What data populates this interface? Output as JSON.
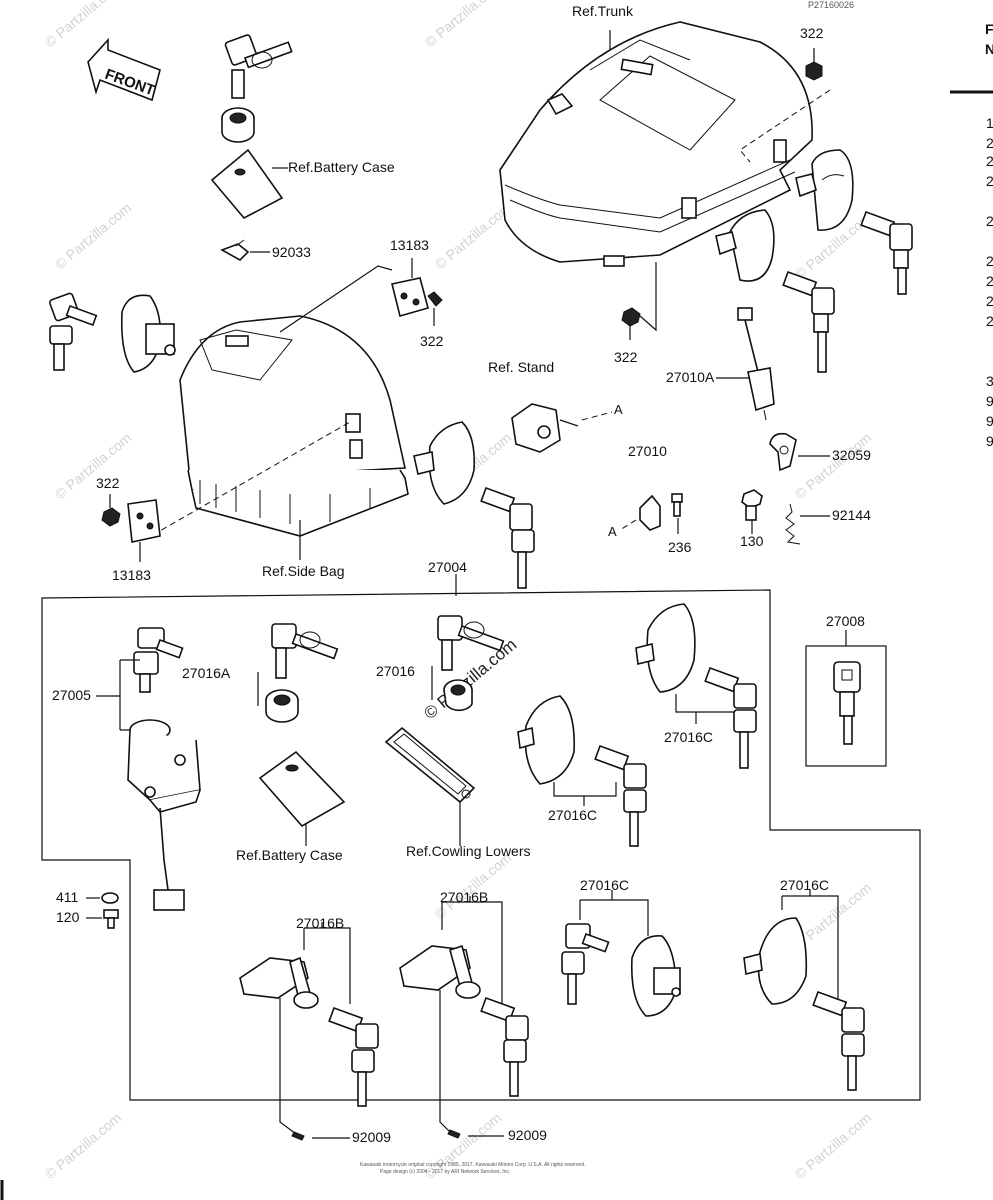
{
  "diagram": {
    "header_partial": "P27160026",
    "front_label": "FRONT",
    "watermark": "© Partzilla.com",
    "labels": {
      "ref_trunk": "Ref.Trunk",
      "ref_battery_case_top": "Ref.Battery Case",
      "ref_stand": "Ref. Stand",
      "ref_side_bag": "Ref.Side Bag",
      "ref_battery_case_box": "Ref.Battery Case",
      "ref_cowling_lowers": "Ref.Cowling Lowers"
    },
    "parts": {
      "p322_trunk": "322",
      "p322_top": "322",
      "p322_mid": "322",
      "p322_left": "322",
      "p13183_top": "13183",
      "p13183_left": "13183",
      "p92033": "92033",
      "p27010A": "27010A",
      "p27010": "27010",
      "p32059": "32059",
      "p92144": "92144",
      "p236": "236",
      "p130": "130",
      "p27004": "27004",
      "p27008": "27008",
      "p27005": "27005",
      "p27016A": "27016A",
      "p27016": "27016",
      "p27016C_1": "27016C",
      "p27016C_2": "27016C",
      "p27016C_3": "27016C",
      "p27016C_4": "27016C",
      "p27016B_1": "27016B",
      "p27016B_2": "27016B",
      "p411": "411",
      "p120": "120",
      "p92009_1": "92009",
      "p92009_2": "92009",
      "ref_a1": "A",
      "ref_a2": "A"
    },
    "right_margin": [
      "1",
      "2",
      "2",
      "2",
      "2",
      "2",
      "2",
      "2",
      "2",
      "3",
      "9",
      "9",
      "9"
    ],
    "right_header": [
      "F",
      "N"
    ],
    "footer": [
      "Kawasaki motorcycle original copyright 1985, 2017, Kawasaki Motors Corp. U.S.A. All rights reserved.",
      "Page design (c) 2004 - 2017 by ARI Network Services, Inc."
    ]
  }
}
